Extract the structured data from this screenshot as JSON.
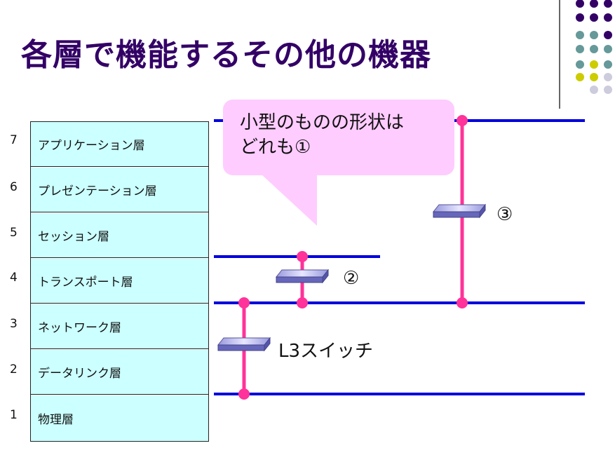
{
  "title": "各層で機能するその他の機器",
  "layers": [
    {
      "num": "7",
      "name": "アプリケーション層"
    },
    {
      "num": "6",
      "name": "プレゼンテーション層"
    },
    {
      "num": "5",
      "name": "セッション層"
    },
    {
      "num": "4",
      "name": "トランスポート層"
    },
    {
      "num": "3",
      "name": "ネットワーク層"
    },
    {
      "num": "2",
      "name": "データリンク層"
    },
    {
      "num": "1",
      "name": "物理層"
    }
  ],
  "callout": {
    "line1": "小型のものの形状は",
    "line2": "どれも①"
  },
  "labels": {
    "device_l3": "L3スイッチ",
    "device_2": "②",
    "device_3": "③"
  },
  "colors": {
    "line": "#0000dd",
    "connector": "#ff3399",
    "layer_fill": "#ccffff",
    "title": "#330066",
    "callout": "#ffccff"
  }
}
